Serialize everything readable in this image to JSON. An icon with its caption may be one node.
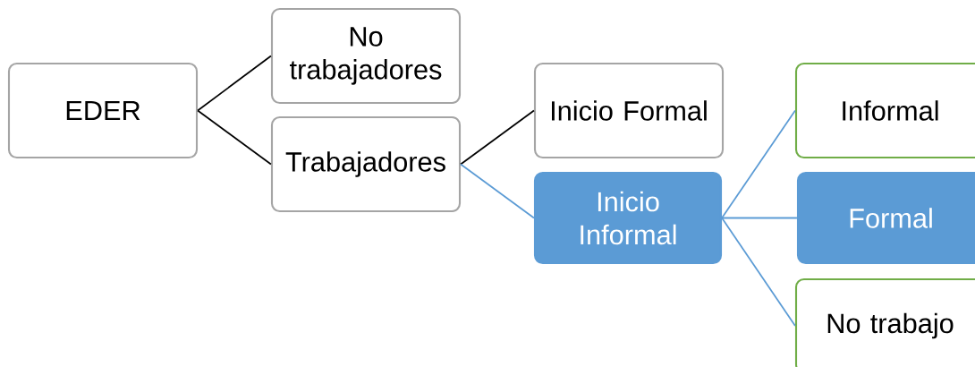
{
  "diagram": {
    "nodes": [
      {
        "text": [
          "EDER"
        ]
      },
      {
        "text": [
          "No trabajadores"
        ]
      },
      {
        "text": [
          "Trabajadores"
        ]
      },
      {
        "text": [
          "Inicio Formal"
        ]
      },
      {
        "text": [
          "Inicio Informal"
        ]
      },
      {
        "text": [
          "Informal"
        ]
      },
      {
        "text": [
          "Formal"
        ]
      },
      {
        "text": [
          "No trabajo"
        ]
      }
    ],
    "edges": [
      {
        "from": 0,
        "to": 1,
        "arrow": "none",
        "color": "#000000"
      },
      {
        "from": 0,
        "to": 2,
        "arrow": "none",
        "color": "#000000"
      },
      {
        "from": 2,
        "to": 3,
        "arrow": "none",
        "color": "#000000"
      },
      {
        "from": 2,
        "to": 4,
        "arrow": "none"
      },
      {
        "from": 4,
        "to": 5,
        "arrow": "none"
      },
      {
        "from": 4,
        "to": 6,
        "arrow": "none"
      },
      {
        "from": 4,
        "to": 7,
        "arrow": "none"
      }
    ]
  }
}
